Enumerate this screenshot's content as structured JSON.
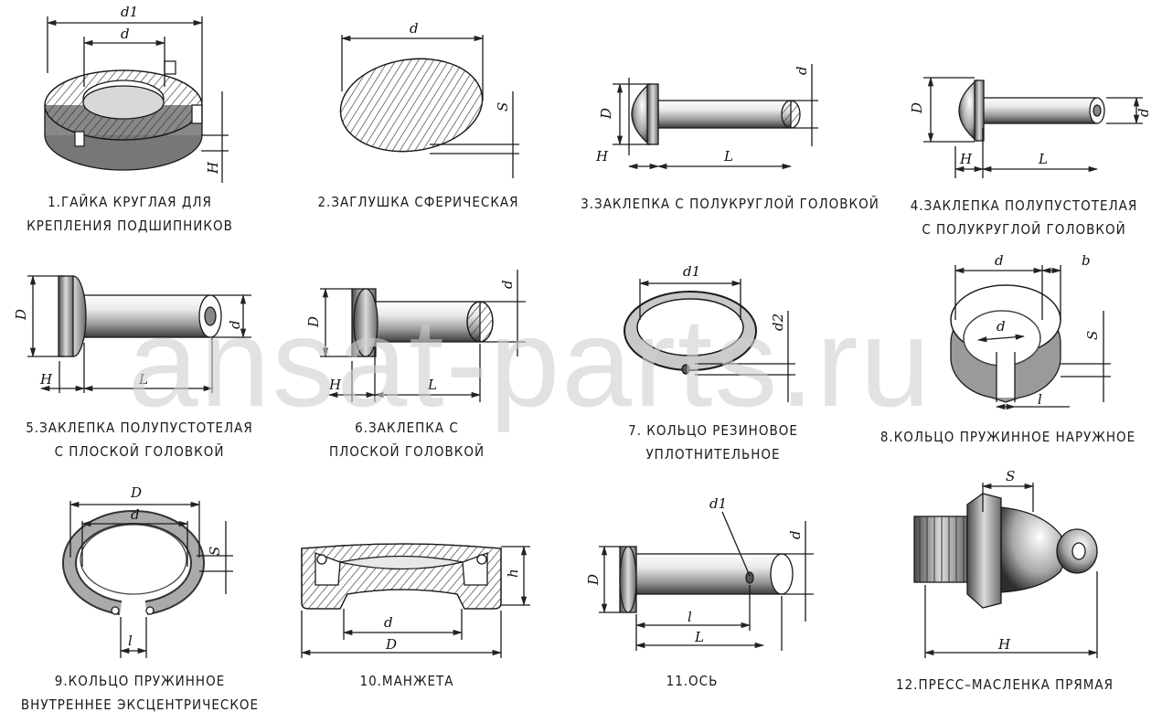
{
  "watermark": "ansat-parts.ru",
  "items": [
    {
      "id": 1,
      "caption_lines": [
        "1.ГАЙКА КРУГЛАЯ ДЛЯ",
        "КРЕПЛЕНИЯ ПОДШИПНИКОВ"
      ],
      "dims": [
        "d1",
        "d",
        "H"
      ]
    },
    {
      "id": 2,
      "caption_lines": [
        "2.ЗАГЛУШКА СФЕРИЧЕСКАЯ"
      ],
      "dims": [
        "d",
        "S"
      ]
    },
    {
      "id": 3,
      "caption_lines": [
        "3.ЗАКЛЕПКА С ПОЛУКРУГЛОЙ ГОЛОВКОЙ"
      ],
      "dims": [
        "D",
        "d",
        "H",
        "L"
      ]
    },
    {
      "id": 4,
      "caption_lines": [
        "4.ЗАКЛЕПКА ПОЛУПУСТОТЕЛАЯ",
        "С ПОЛУКРУГЛОЙ ГОЛОВКОЙ"
      ],
      "dims": [
        "D",
        "d",
        "H",
        "L"
      ]
    },
    {
      "id": 5,
      "caption_lines": [
        "5.ЗАКЛЕПКА ПОЛУПУСТОТЕЛАЯ",
        "С ПЛОСКОЙ ГОЛОВКОЙ"
      ],
      "dims": [
        "D",
        "d",
        "H",
        "L"
      ]
    },
    {
      "id": 6,
      "caption_lines": [
        "6.ЗАКЛЕПКА С",
        "ПЛОСКОЙ ГОЛОВКОЙ"
      ],
      "dims": [
        "D",
        "d",
        "H",
        "L"
      ]
    },
    {
      "id": 7,
      "caption_lines": [
        "7. КОЛЬЦО РЕЗИНОВОЕ",
        "УПЛОТНИТЕЛЬНОЕ"
      ],
      "dims": [
        "d1",
        "d2"
      ]
    },
    {
      "id": 8,
      "caption_lines": [
        "8.КОЛЬЦО ПРУЖИННОЕ НАРУЖНОЕ"
      ],
      "dims": [
        "d",
        "b",
        "d",
        "S",
        "l"
      ]
    },
    {
      "id": 9,
      "caption_lines": [
        "9.КОЛЬЦО ПРУЖИННОЕ",
        "ВНУТРЕННЕЕ ЭКСЦЕНТРИЧЕСКОЕ"
      ],
      "dims": [
        "D",
        "d",
        "S",
        "l"
      ]
    },
    {
      "id": 10,
      "caption_lines": [
        "10.МАНЖЕТА"
      ],
      "dims": [
        "h",
        "d",
        "D"
      ]
    },
    {
      "id": 11,
      "caption_lines": [
        "11.ОСЬ"
      ],
      "dims": [
        "d1",
        "d",
        "D",
        "l",
        "L"
      ]
    },
    {
      "id": 12,
      "caption_lines": [
        "12.ПРЕСС–МАСЛЕНКА ПРЯМАЯ"
      ],
      "dims": [
        "S",
        "H"
      ]
    }
  ]
}
